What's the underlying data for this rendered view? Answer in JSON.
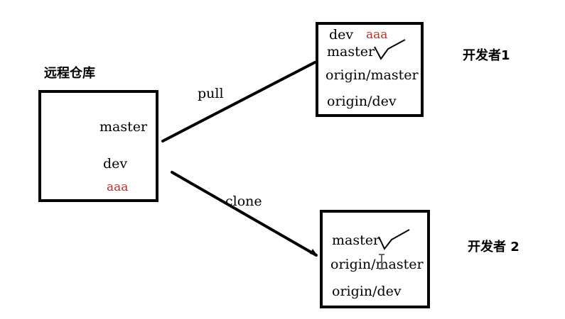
{
  "colors": {
    "ink": "#000000",
    "highlight": "#c0302a"
  },
  "remote": {
    "title": "远程仓库",
    "branch_master": "master",
    "branch_dev": "dev",
    "dev_note": "aaa"
  },
  "edges": {
    "pull_label": "pull",
    "clone_label": "clone"
  },
  "developer1": {
    "title": "开发者1",
    "dev": "dev",
    "dev_note": "aaa",
    "master": "master",
    "origin_master": "origin/master",
    "origin_dev": "origin/dev"
  },
  "developer2": {
    "title": "开发者 2",
    "master": "master",
    "origin_master": "origin/master",
    "origin_dev": "origin/dev"
  },
  "icons": {
    "check": "check-mark-icon",
    "cursor": "text-cursor-icon"
  }
}
